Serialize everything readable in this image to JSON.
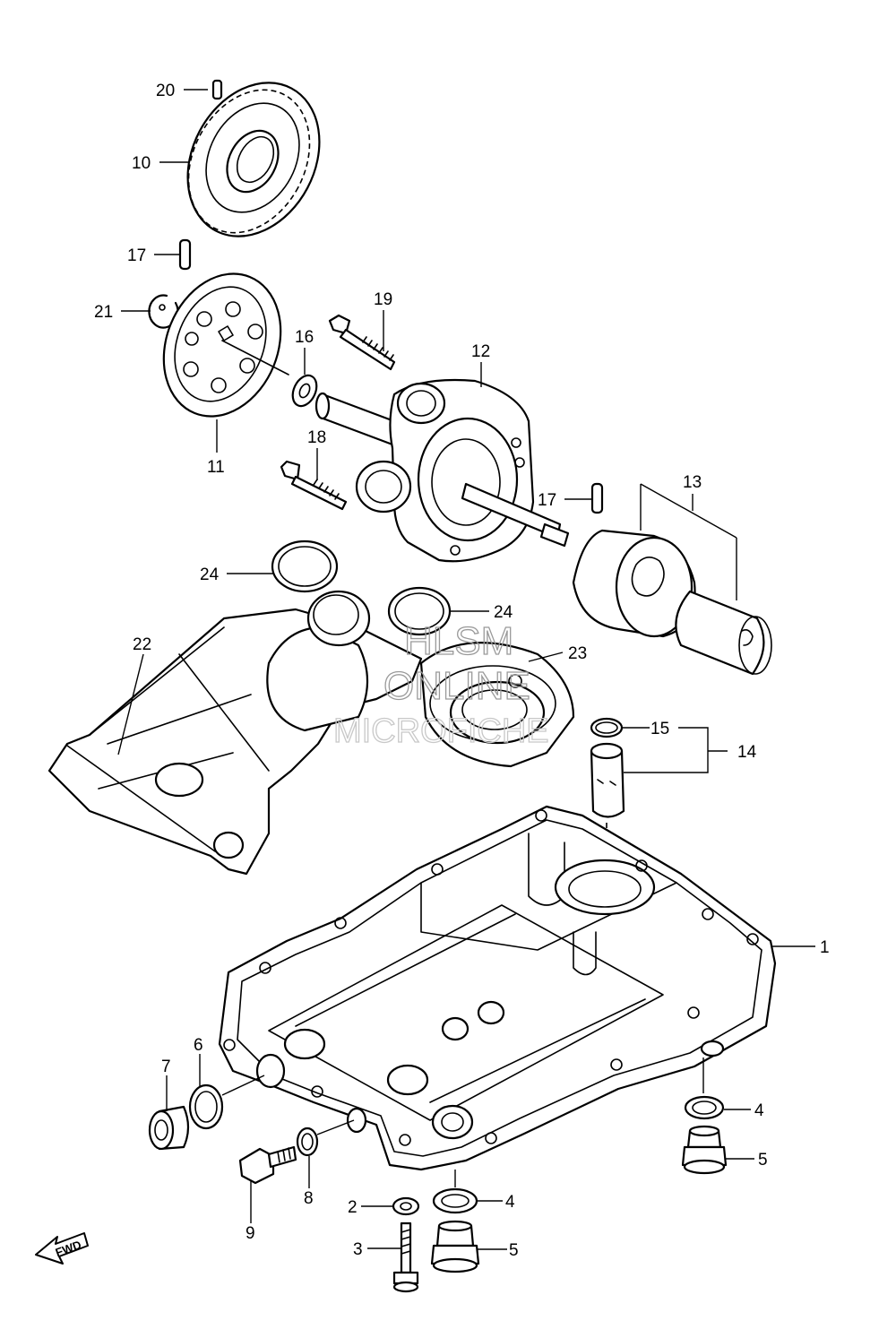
{
  "callouts": {
    "c1": "1",
    "c2": "2",
    "c3": "3",
    "c4a": "4",
    "c4b": "4",
    "c5a": "5",
    "c5b": "5",
    "c6": "6",
    "c7": "7",
    "c8": "8",
    "c9": "9",
    "c10": "10",
    "c11": "11",
    "c12": "12",
    "c13": "13",
    "c14": "14",
    "c15": "15",
    "c16": "16",
    "c17a": "17",
    "c17b": "17",
    "c18": "18",
    "c19": "19",
    "c20": "20",
    "c21": "21",
    "c22": "22",
    "c23": "23",
    "c24a": "24",
    "c24b": "24"
  },
  "watermark": {
    "line1": "HLSM",
    "line2": "ONLINE",
    "line3": "MICROFICHE"
  },
  "fwd_label": "FWD",
  "colors": {
    "ink": "#000000",
    "watermark": "#9a9a9a",
    "background": "#ffffff"
  }
}
